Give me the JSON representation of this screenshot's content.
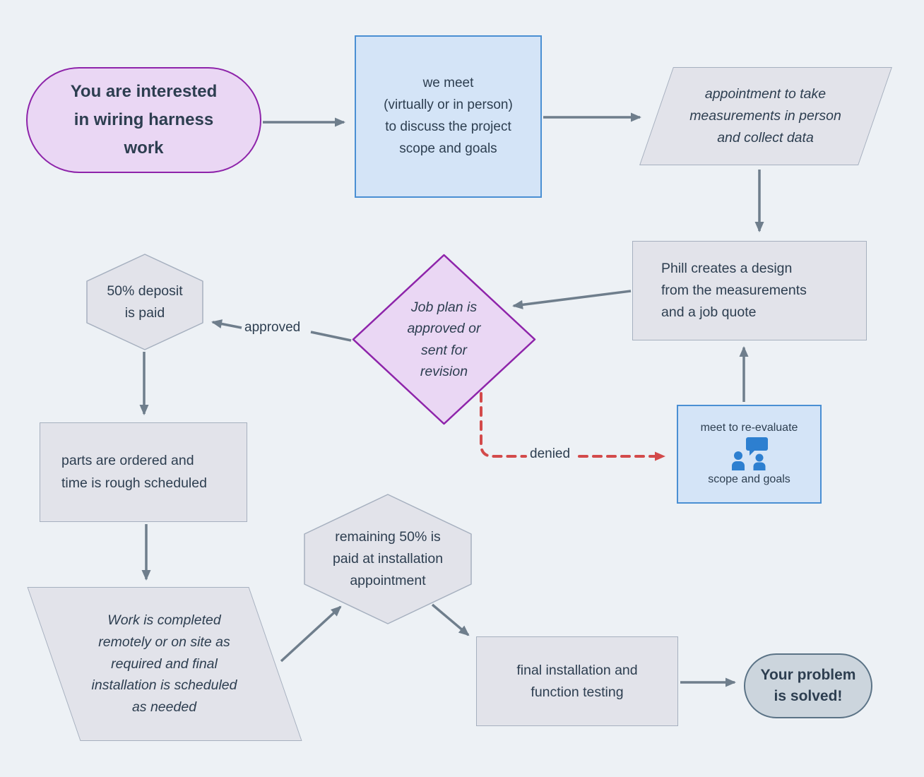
{
  "diagram_title": "wiring harness work process flowchart",
  "colors": {
    "background": "#edf1f5",
    "text": "#2d3e50",
    "arrow": "#6f7e8c",
    "denied_red": "#d34a4a",
    "purple_fill": "#ead7f4",
    "purple_border": "#8e24aa",
    "blue_fill": "#d4e4f7",
    "blue_border": "#4a8fd3",
    "gray_fill": "#e2e3ea",
    "gray_border": "#a6b0bf",
    "end_fill": "#ccd5dd",
    "end_border": "#5b7386",
    "icon_blue": "#2d7fd0"
  },
  "nodes": {
    "start": {
      "label": "You are interested\nin wiring harness\nwork"
    },
    "meet": {
      "label": "we meet\n(virtually or in person)\nto discuss the project\nscope and goals"
    },
    "appointment": {
      "label": "appointment to take\nmeasurements in person\nand collect data"
    },
    "design": {
      "label": "Phill creates a design\nfrom the measurements\nand a job quote"
    },
    "decision": {
      "label": "Job plan is\napproved or\nsent for\nrevision"
    },
    "deposit": {
      "label": "50% deposit\nis paid"
    },
    "parts": {
      "label": "parts are ordered and\ntime is rough scheduled"
    },
    "work": {
      "label": "Work is completed\nremotely or on site as\nrequired and final\ninstallation is scheduled\nas needed"
    },
    "remaining": {
      "label": "remaining 50% is\npaid at installation\nappointment"
    },
    "final_install": {
      "label": "final installation and\nfunction testing"
    },
    "reevaluate": {
      "label_top": "meet to re-evaluate",
      "label_bottom": "scope and goals",
      "icon": "people-discussion-icon"
    },
    "end": {
      "label": "Your problem\nis solved!"
    }
  },
  "edge_labels": {
    "approved": "approved",
    "denied": "denied"
  }
}
